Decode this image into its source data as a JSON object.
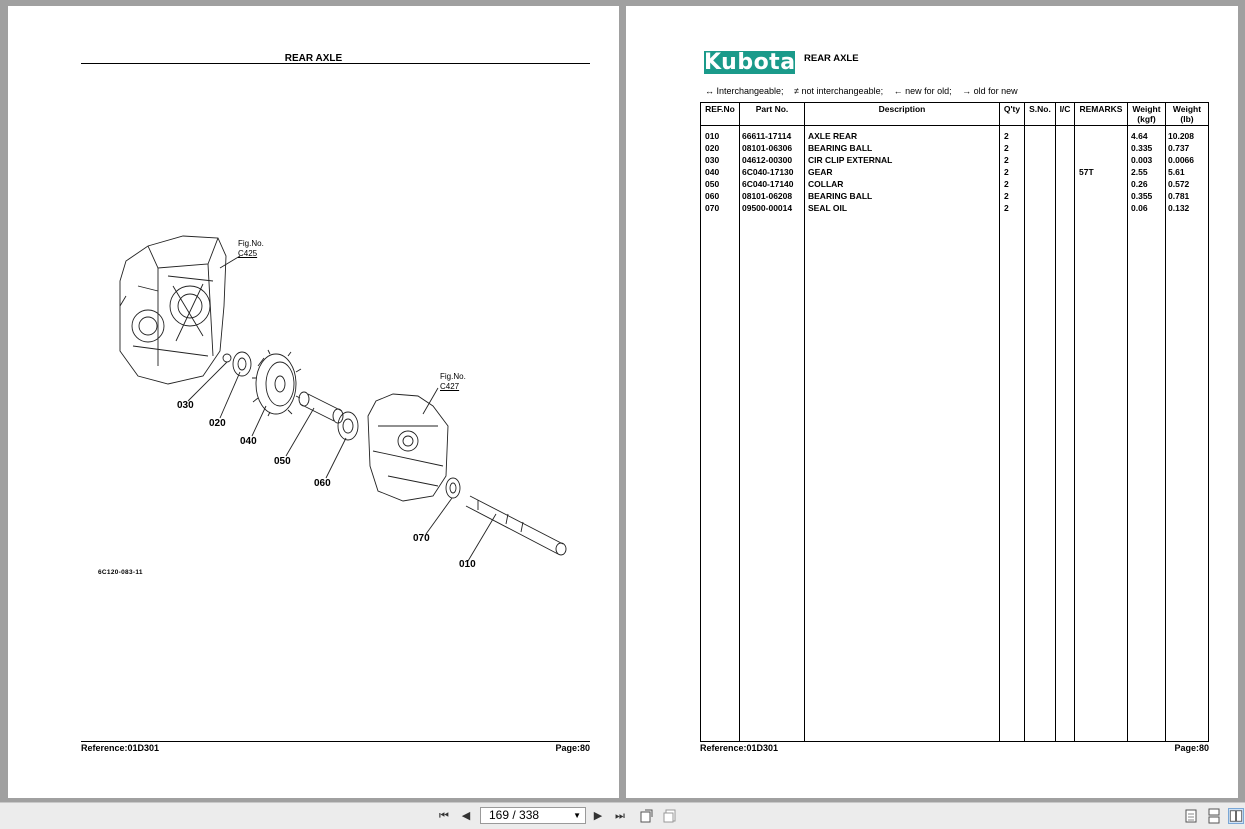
{
  "left_page": {
    "title": "REAR AXLE",
    "fig_labels": [
      {
        "prefix": "Fig.No.",
        "num": "C425"
      },
      {
        "prefix": "Fig.No.",
        "num": "C427"
      }
    ],
    "callouts": [
      "030",
      "020",
      "040",
      "050",
      "060",
      "070",
      "010"
    ],
    "figure_code": "6C120-083-11",
    "reference": "Reference:01D301",
    "page": "Page:80"
  },
  "right_page": {
    "logo": "Kubota",
    "title": "REAR AXLE",
    "legend": [
      "↔ Interchangeable;",
      "≠ not interchangeable;",
      "← new for old;",
      "→ old for new"
    ],
    "headers": [
      "REF.No",
      "Part No.",
      "Description",
      "Q'ty",
      "S.No.",
      "I/C",
      "REMARKS",
      "Weight (kgf)",
      "Weight (lb)"
    ],
    "rows": [
      {
        "ref": "010",
        "part": "66611-17114",
        "desc": "AXLE REAR",
        "qty": "2",
        "sno": "",
        "ic": "",
        "remarks": "",
        "kgf": "4.64",
        "lb": "10.208"
      },
      {
        "ref": "020",
        "part": "08101-06306",
        "desc": "BEARING BALL",
        "qty": "2",
        "sno": "",
        "ic": "",
        "remarks": "",
        "kgf": "0.335",
        "lb": "0.737"
      },
      {
        "ref": "030",
        "part": "04612-00300",
        "desc": "CIR CLIP EXTERNAL",
        "qty": "2",
        "sno": "",
        "ic": "",
        "remarks": "",
        "kgf": "0.003",
        "lb": "0.0066"
      },
      {
        "ref": "040",
        "part": "6C040-17130",
        "desc": "GEAR",
        "qty": "2",
        "sno": "",
        "ic": "",
        "remarks": "57T",
        "kgf": "2.55",
        "lb": "5.61"
      },
      {
        "ref": "050",
        "part": "6C040-17140",
        "desc": "COLLAR",
        "qty": "2",
        "sno": "",
        "ic": "",
        "remarks": "",
        "kgf": "0.26",
        "lb": "0.572"
      },
      {
        "ref": "060",
        "part": "08101-06208",
        "desc": "BEARING BALL",
        "qty": "2",
        "sno": "",
        "ic": "",
        "remarks": "",
        "kgf": "0.355",
        "lb": "0.781"
      },
      {
        "ref": "070",
        "part": "09500-00014",
        "desc": "SEAL OIL",
        "qty": "2",
        "sno": "",
        "ic": "",
        "remarks": "",
        "kgf": "0.06",
        "lb": "0.132"
      }
    ],
    "reference": "Reference:01D301",
    "page": "Page:80"
  },
  "toolbar": {
    "page_indicator": "169 / 338",
    "icons": [
      "first-page-icon",
      "previous-page-icon",
      "next-page-icon",
      "last-page-icon",
      "rotate-icon",
      "fit-icon",
      "single-page-view-icon",
      "continuous-view-icon",
      "two-page-view-icon"
    ]
  }
}
